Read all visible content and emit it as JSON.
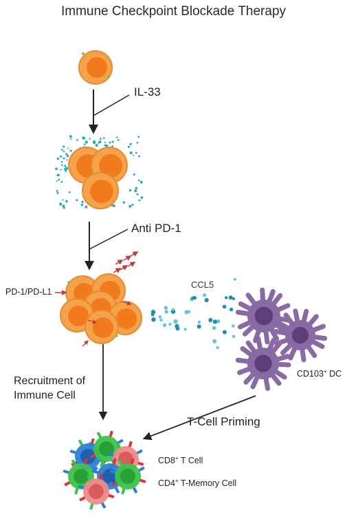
{
  "title": "Immune Checkpoint Blockade Therapy",
  "labels": {
    "il33": "IL-33",
    "anti_pd1": "Anti PD-1",
    "pd1_pdl1": "PD-1/PD-L1",
    "ccl5": "CCL5",
    "recruitment": "Recruitment of Immune Cell",
    "cd103_main": "CD103",
    "cd103_sup": "+",
    "cd103_tail": " DC",
    "t_cell_priming": "T-Cell Priming",
    "cd8_main": "CD8",
    "cd8_sup": "+",
    "cd8_tail": " T Cell",
    "cd4_main": "CD4",
    "cd4_sup": "+",
    "cd4_tail": " T-Memory Cell"
  },
  "colors": {
    "tumor_outer": "#f5a24a",
    "tumor_inner": "#f07a1c",
    "cytokine_dot": "#2aa8c0",
    "dc_body": "#8a6aa5",
    "dc_nucleus": "#5a3f78",
    "tcell_blue": "#2c7fd6",
    "tcell_green": "#3cc24a",
    "tcell_pink": "#ef8a8a",
    "arrow": "#222222"
  }
}
